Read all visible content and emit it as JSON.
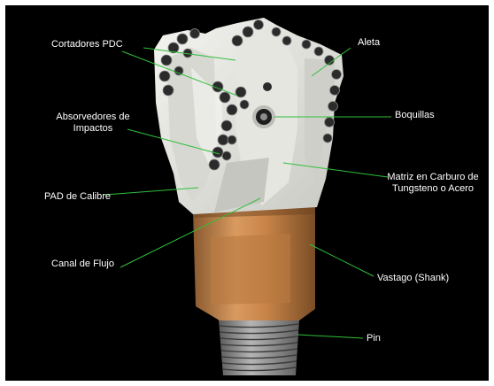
{
  "diagram": {
    "subject": "PDC drill bit",
    "labels": {
      "pdc_cutters": "Cortadores PDC",
      "blade": "Aleta",
      "impact_absorbers_line1": "Absorvedores de",
      "impact_absorbers_line2": "Impactos",
      "nozzles": "Boquillas",
      "gauge_pad": "PAD de Calibre",
      "matrix_line1": "Matriz en Carburo de",
      "matrix_line2": "Tungsteno o Acero",
      "flow_channel": "Canal de Flujo",
      "shank": "Vastago (Shank)",
      "pin": "Pin"
    },
    "colors": {
      "background": "#000000",
      "frame": "#ffffff",
      "leader_line": "#2fbf3a",
      "bit_body": "#e8e8e4",
      "shank": "#c98a52",
      "pin_thread": "#9a9a9a",
      "cutter": "#2b2b2b"
    }
  }
}
